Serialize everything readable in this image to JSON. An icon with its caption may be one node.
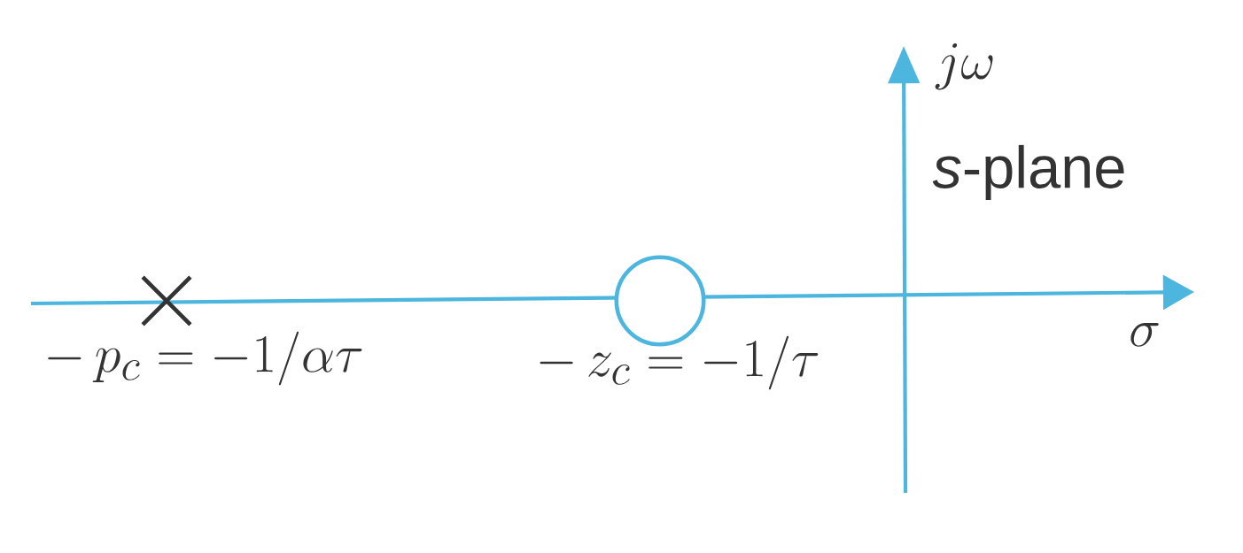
{
  "diagram": {
    "nodes": [
      {
        "text": [],
        "shape": "cross",
        "beside": [
          "-\\,p_c = -1/\\alpha\\tau"
        ]
      },
      {
        "text": [],
        "shape": "circle",
        "beside": [
          "-\\,z_c = -1/\\tau"
        ]
      }
    ],
    "labels": [
      "j\\omega",
      "*s*-plane",
      "\\sigma"
    ]
  }
}
